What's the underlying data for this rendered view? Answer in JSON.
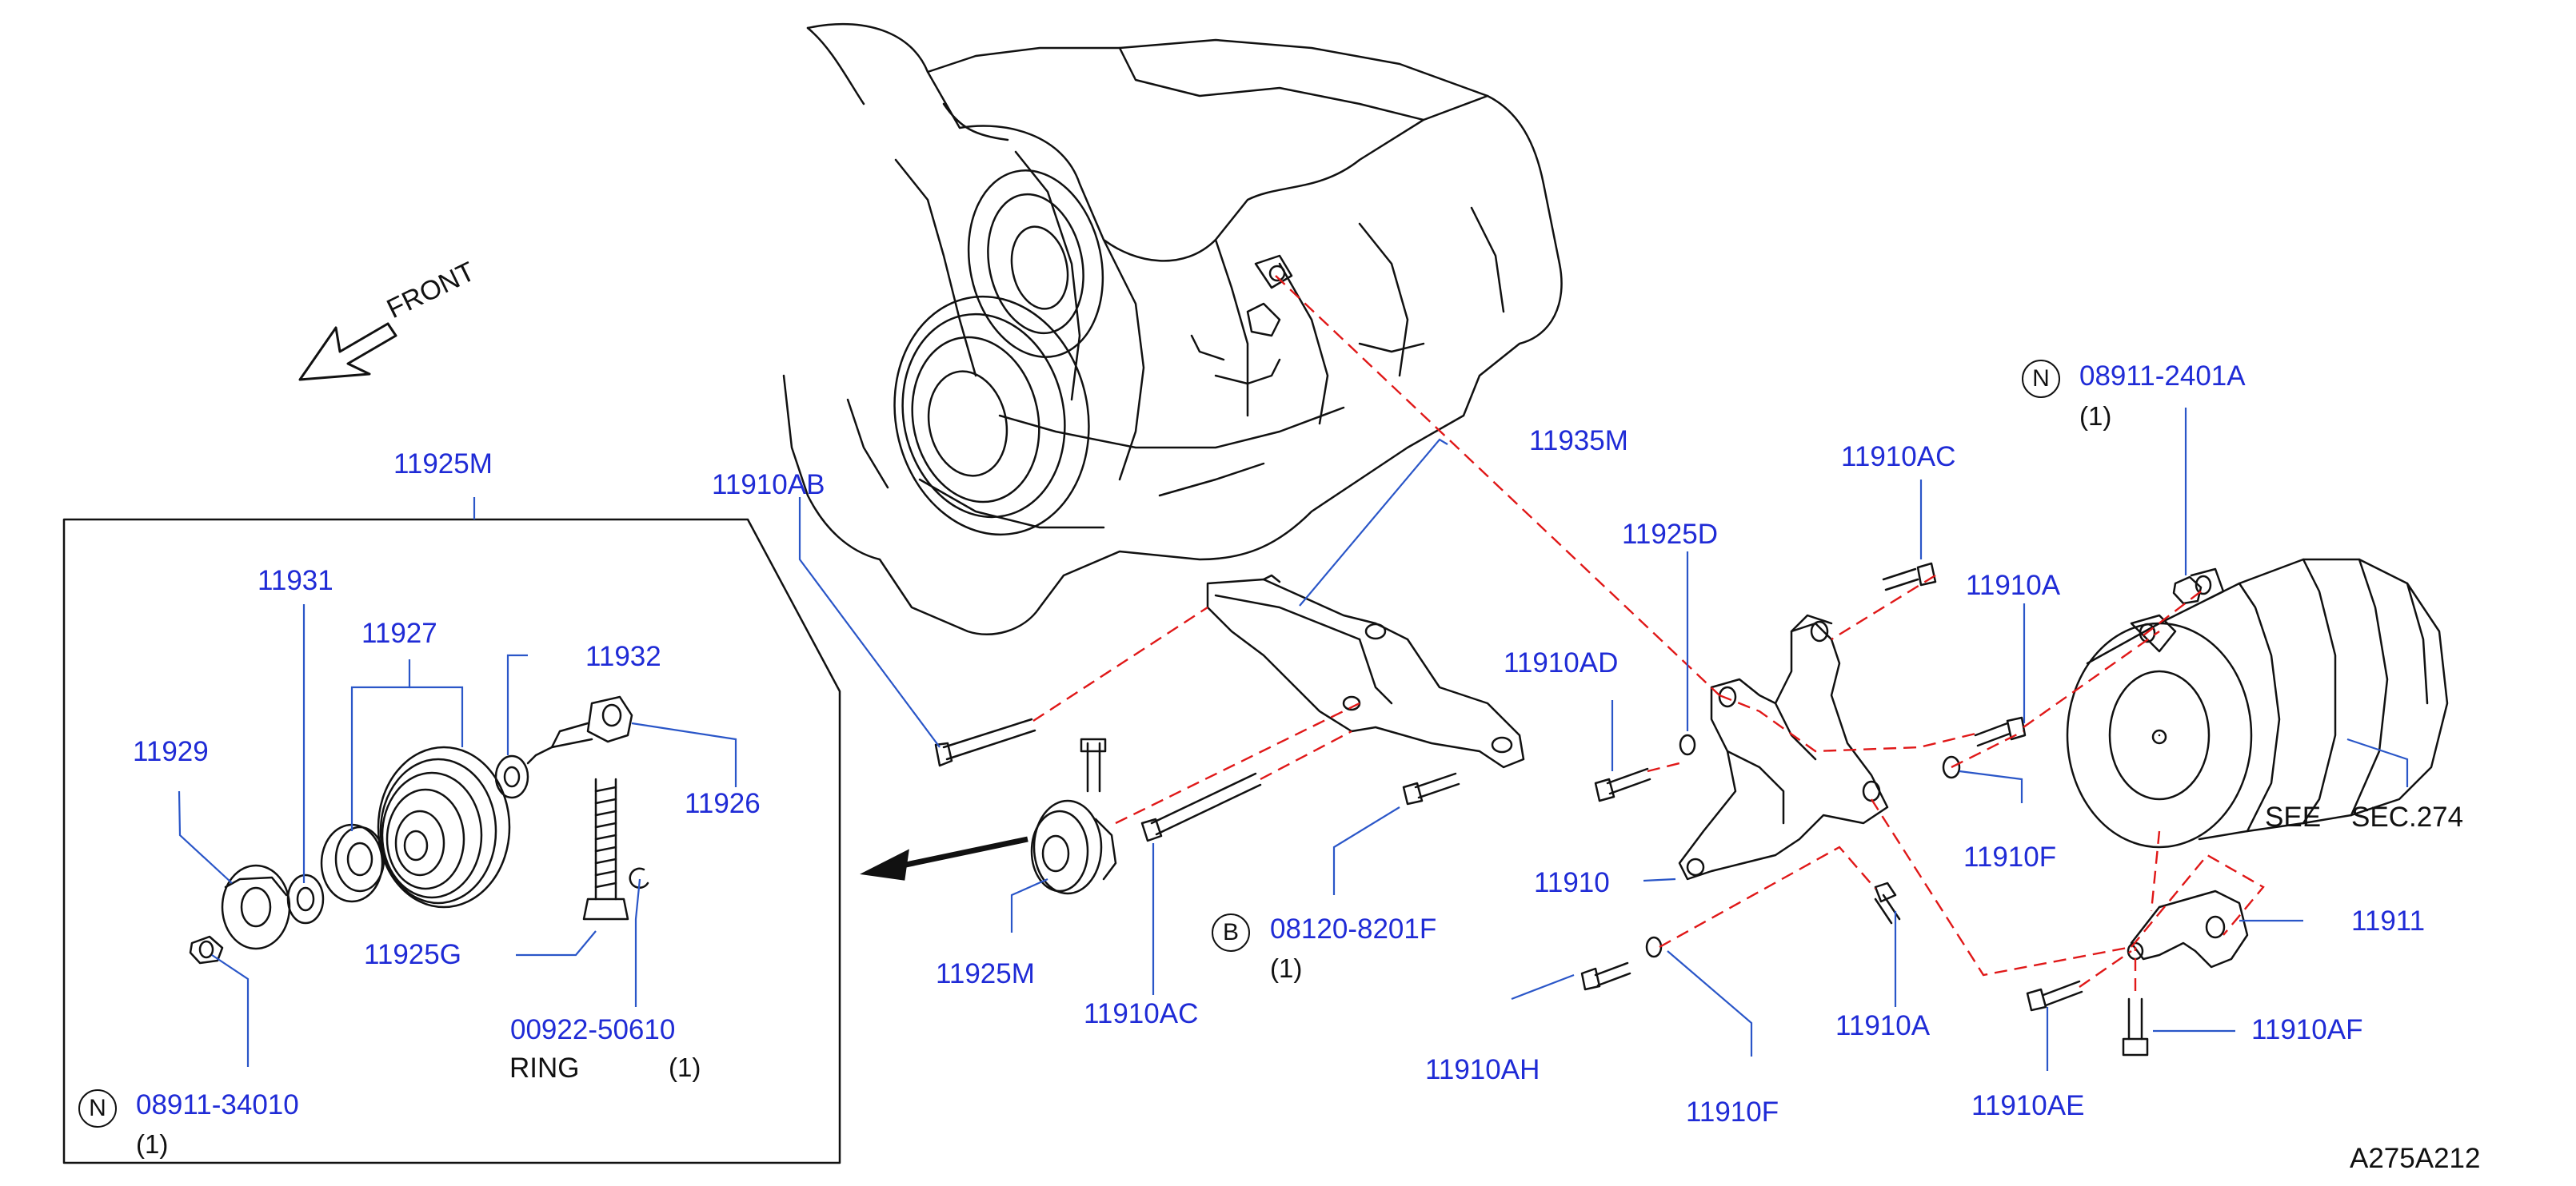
{
  "diagram": {
    "drawing_code": "A275A212",
    "orientation_label": "FRONT",
    "colors": {
      "callout": "#1f2bd6",
      "line_art": "#111111",
      "leader": "#2a56c8",
      "dashed_guide": "#e01818"
    },
    "callouts": {
      "c11925M_box": "11925M",
      "c11931": "11931",
      "c11927": "11927",
      "c11932": "11932",
      "c11929": "11929",
      "c11926": "11926",
      "c11925G": "11925G",
      "c00922": "00922-50610",
      "ring_label": "RING",
      "ring_qty": "(1)",
      "c08911_34010": "08911-34010",
      "c08911_34010_qty": "(1)",
      "c08911_34010_badge": "N",
      "c11910AB": "11910AB",
      "c11935M": "11935M",
      "c11925M": "11925M",
      "c11910AC_lower": "11910AC",
      "c08120": "08120-8201F",
      "c08120_qty": "(1)",
      "c08120_badge": "B",
      "c11910AC_upper": "11910AC",
      "c11925D": "11925D",
      "c11910AD": "11910AD",
      "c11910": "11910",
      "c11910AH": "11910AH",
      "c11910F_lower": "11910F",
      "c11910A_lower": "11910A",
      "c11910A_upper": "11910A",
      "c11910F_upper": "11910F",
      "c08911_2401A": "08911-2401A",
      "c08911_2401A_qty": "(1)",
      "c08911_2401A_badge": "N",
      "see": "SEE",
      "sec": "SEC.274",
      "c11911": "11911",
      "c11910AF": "11910AF",
      "c11910AE": "11910AE"
    }
  }
}
